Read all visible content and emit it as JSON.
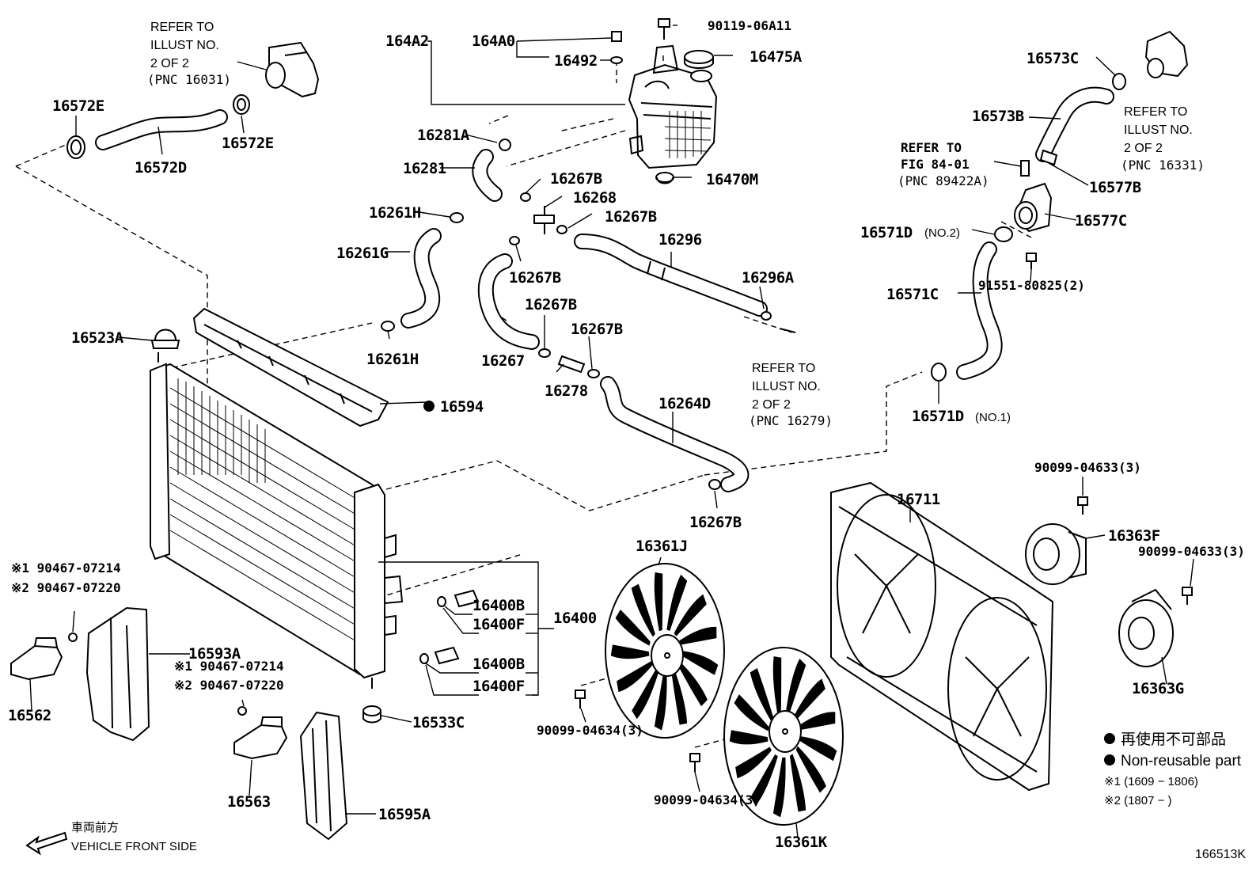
{
  "diagram_id": "166513K",
  "parts": {
    "p164A2": "164A2",
    "p164A0": "164A0",
    "p16492": "16492",
    "p90119": "90119-06A11",
    "p16475A": "16475A",
    "p16470M": "16470M",
    "p16281A": "16281A",
    "p16281": "16281",
    "p16267B_a": "16267B",
    "p16268": "16268",
    "p16267B_b": "16267B",
    "p16261H_a": "16261H",
    "p16261G": "16261G",
    "p16261H_b": "16261H",
    "p16267B_c": "16267B",
    "p16296": "16296",
    "p16296A": "16296A",
    "p16267B_d": "16267B",
    "p16267B_e": "16267B",
    "p16267": "16267",
    "p16278": "16278",
    "p16264D": "16264D",
    "p16267B_f": "16267B",
    "p16572E_a": "16572E",
    "p16572E_b": "16572E",
    "p16572D": "16572D",
    "p16523A": "16523A",
    "p16594": "16594",
    "p16573C": "16573C",
    "p16573B": "16573B",
    "p16577B": "16577B",
    "p16577C": "16577C",
    "p16571D_2": "16571D",
    "p16571C": "16571C",
    "p91551": "91551-80825(2)",
    "p16571D_1": "16571D",
    "p16400B_a": "16400B",
    "p16400F_a": "16400F",
    "p16400": "16400",
    "p16400B_b": "16400B",
    "p16400F_b": "16400F",
    "p16361J": "16361J",
    "p16361K": "16361K",
    "p90099_04634_a": "90099-04634(3)",
    "p90099_04634_b": "90099-04634(3)",
    "p16711": "16711",
    "p90099_04633_a": "90099-04633(3)",
    "p16363F": "16363F",
    "p90099_04633_b": "90099-04633(3)",
    "p16363G": "16363G",
    "p16593A": "16593A",
    "p16562": "16562",
    "p16563": "16563",
    "p16533C": "16533C",
    "p16595A": "16595A"
  },
  "qualifiers": {
    "no2": "(NO.2)",
    "no1": "(NO.1)"
  },
  "variants": {
    "a1": "※1 90467-07214",
    "a2": "※2 90467-07220",
    "b1": "※1 90467-07214",
    "b2": "※2 90467-07220"
  },
  "refs": {
    "r1": [
      "REFER TO",
      "ILLUST NO.",
      "2 OF 2",
      "(PNC 16031)"
    ],
    "r2": [
      "REFER TO",
      "ILLUST NO.",
      "2 OF 2",
      "(PNC 16331)"
    ],
    "r3": [
      "REFER TO",
      "FIG 84-01",
      "(PNC 89422A)"
    ],
    "r4": [
      "REFER TO",
      "ILLUST NO.",
      "2 OF 2",
      "(PNC 16279)"
    ]
  },
  "legend": {
    "non_reusable_jp": "再使用不可部品",
    "non_reusable_en": "Non-reusable part",
    "range1": "※1 (1609 − 1806)",
    "range2": "※2 (1807 −          )"
  },
  "front": {
    "jp": "車両前方",
    "en": "VEHICLE FRONT SIDE"
  },
  "colors": {
    "ink": "#000000",
    "paper": "#ffffff"
  }
}
